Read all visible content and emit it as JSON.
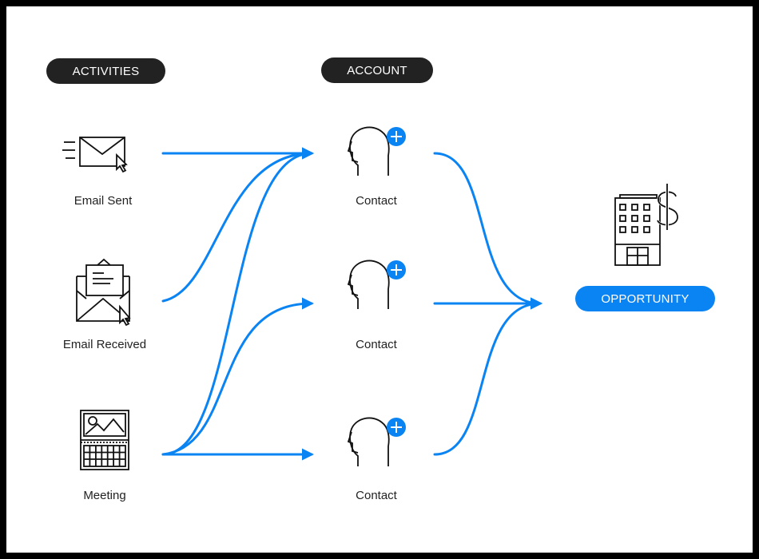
{
  "headers": {
    "activities": "ACTIVITIES",
    "account": "ACCOUNT",
    "opportunity": "OPPORTUNITY"
  },
  "activities": [
    {
      "label": "Email Sent",
      "icon": "email-sent-icon"
    },
    {
      "label": "Email Received",
      "icon": "email-received-icon"
    },
    {
      "label": "Meeting",
      "icon": "meeting-calendar-icon"
    }
  ],
  "contacts": [
    {
      "label": "Contact",
      "icon": "contact-add-icon"
    },
    {
      "label": "Contact",
      "icon": "contact-add-icon"
    },
    {
      "label": "Contact",
      "icon": "contact-add-icon"
    }
  ],
  "opportunity_icon": "building-dollar-icon",
  "colors": {
    "accent": "#0b84f3",
    "dark": "#222222"
  }
}
